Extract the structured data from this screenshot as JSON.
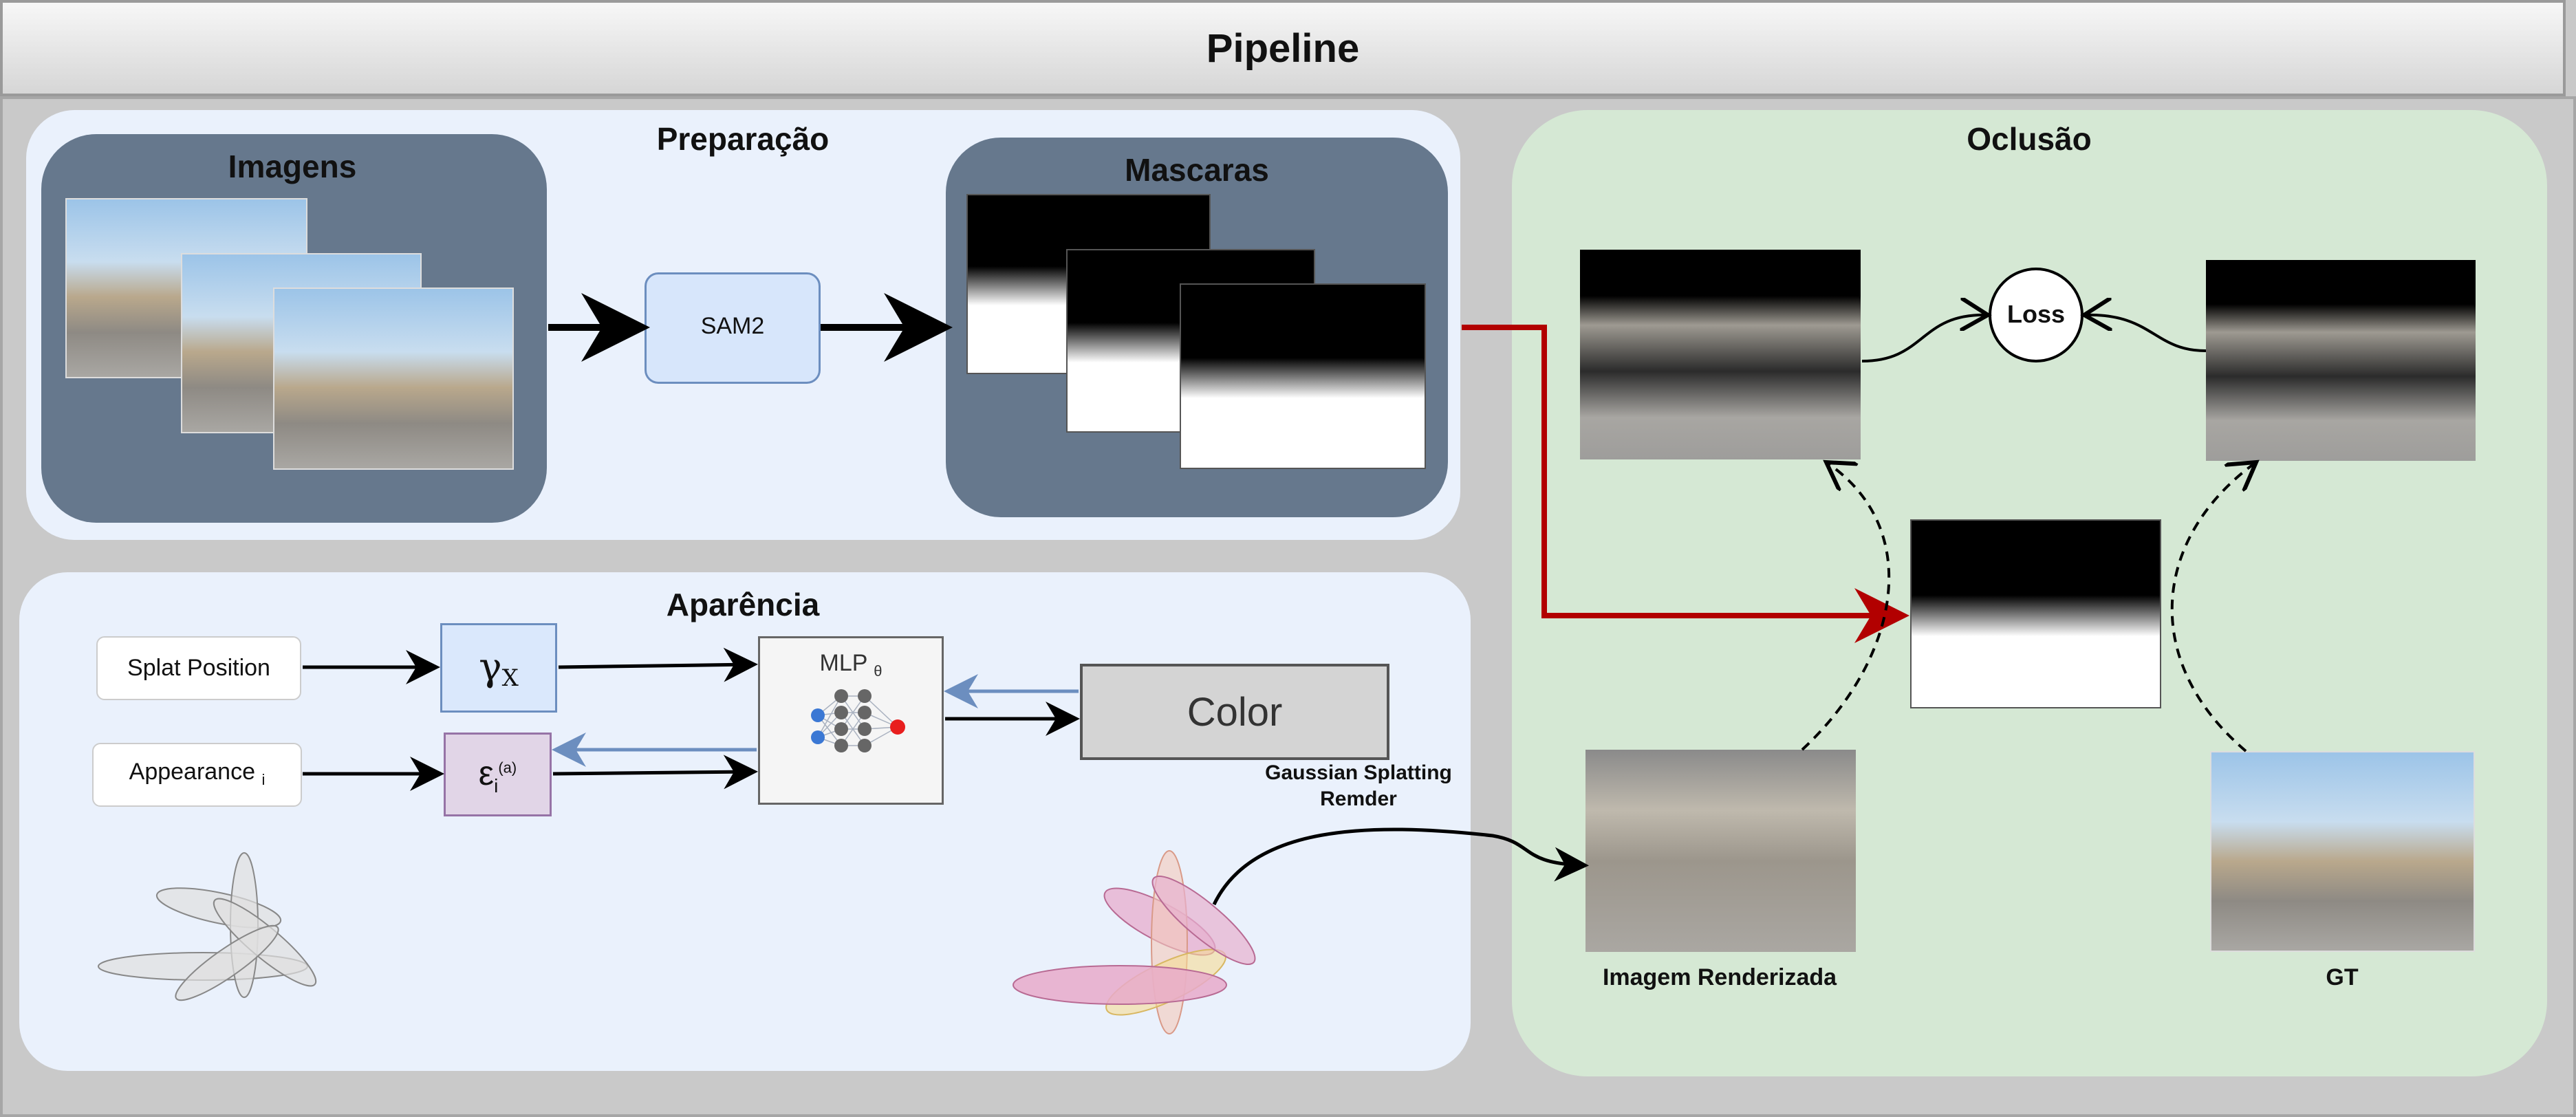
{
  "title": "Pipeline",
  "panels": {
    "preparacao": "Preparação",
    "oclusao": "Oclusão",
    "aparencia": "Aparência"
  },
  "preparacao": {
    "imagens_title": "Imagens",
    "sam_label": "SAM2",
    "mascaras_title": "Mascaras"
  },
  "aparencia": {
    "splat_position": "Splat Position",
    "appearance": "Appearance",
    "appearance_sub": "i",
    "gamma_symbol": "γ",
    "gamma_sub": "X",
    "eps_symbol": "ε",
    "eps_sub": "i",
    "eps_sup": "(a)",
    "mlp_label": "MLP",
    "mlp_sub": "θ",
    "color_label": "Color",
    "gs_label_line1": "Gaussian Splatting",
    "gs_label_line2": "Remder"
  },
  "oclusao": {
    "loss_label": "Loss",
    "rendered_label": "Imagem Renderizada",
    "gt_label": "GT"
  },
  "colors": {
    "preparacao_bg": "#eaf1fc",
    "dark_panel": "#66788d",
    "sam_fill": "#d7e6fb",
    "sam_border": "#6c8ebf",
    "oclusao_bg": "#d5e8d4",
    "aparencia_bg": "#eaf1fc",
    "gamma_fill": "#dae8fc",
    "eps_fill": "#e1d5e7",
    "color_fill": "#d4d4d4",
    "red_arrow": "#b20000",
    "blue_arrow": "#6c8ebf"
  }
}
